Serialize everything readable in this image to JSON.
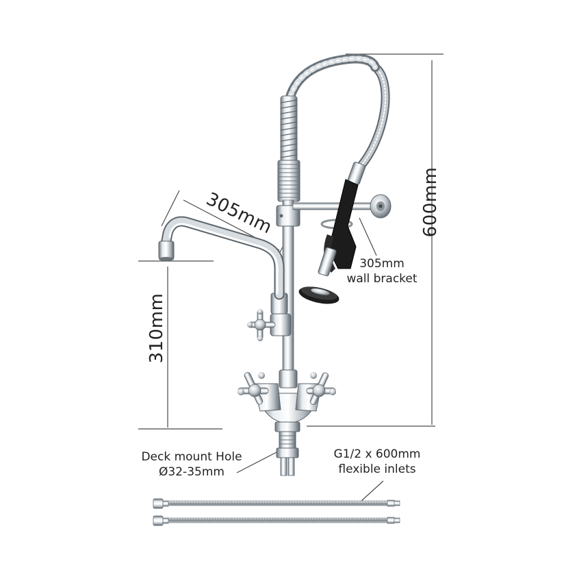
{
  "product": {
    "name": "pre-rinse faucet with wall bracket and flexible inlets",
    "colors": {
      "chrome_light": "#f4f6f8",
      "chrome_mid": "#b9c0c6",
      "chrome_dark": "#5d666d",
      "rubber": "#1c1c1c",
      "dimension_line": "#4a4a4a",
      "label_text": "#222222"
    }
  },
  "dimensions": {
    "overall_height": "600mm",
    "spout_reach": "305mm",
    "spout_height": "310mm"
  },
  "callouts": {
    "wall_bracket_line1": "305mm",
    "wall_bracket_line2": "wall bracket",
    "deck_hole_line1": "Deck mount Hole",
    "deck_hole_line2": "Ø32-35mm",
    "inlets_line1": "G1/2 x 600mm",
    "inlets_line2": "flexible inlets"
  }
}
